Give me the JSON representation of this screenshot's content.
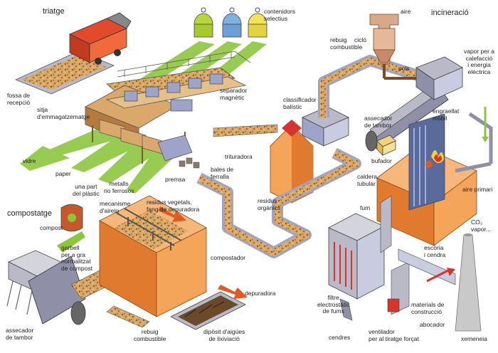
{
  "sections": {
    "sorting": "triatge",
    "incineration": "incineració",
    "composting": "compostatge"
  },
  "labels": {
    "selective_containers": "contenidors\nselectius",
    "reception_pit": "fossa de\nrecepció",
    "storage_silo": "sitja\nd'emmagatzematge",
    "magnetic_separator": "separador\nmagnètic",
    "glass": "vidre",
    "paper": "paper",
    "plastic": "una part\ndel plàstic",
    "non_ferrous": "metalls\nno ferrosos",
    "press": "premsa",
    "scrap_bales": "bales de\nferralla",
    "shredder": "trituradora",
    "ballistic_classifier": "classificador\nbalístic",
    "waste_fuel": "rebuig\ncombustible",
    "organic_waste": "residus\norgànics",
    "air_top": "aire",
    "cyclone": "cicló",
    "dust": "pols",
    "steam": "vapor per a\ncalefacció\ni energia\nelèctrica",
    "drum_dryer_inc": "assecador\nde tambor",
    "burner": "bufador",
    "moving_grate": "engraellat\nmòbil",
    "tubular_boiler": "caldera\ntubular",
    "primary_air": "aire primari",
    "smoke": "fum",
    "co2": "CO₂\nvapor...",
    "slag": "escòria\ni cendra",
    "construction_materials": "materials de\nconstrucció",
    "dump": "abocador",
    "electrostatic_filter": "filtre\nelectrostàtic\nde fums",
    "ashes": "cendres",
    "forced_draft_fan": "ventilador\nper al tiratge forçat",
    "chimney": "xemeneia",
    "compost": "compost",
    "sieve": "garbell\nper a gra\nnormalitzat\nde compost",
    "irrigation": "mecanisme\nd'aireig",
    "vegetal_waste": "residus vegetals,\nfang de depuradora",
    "composter": "compostador",
    "treatment_plant": "depuradora",
    "drum_dryer_comp": "assecador\nde tambor",
    "waste_fuel_bottom": "rebuig\ncombustible",
    "leachate_tank": "dipòsit d'aigües\nde lixiviació"
  },
  "colors": {
    "arrow_green": "#8cc63f",
    "machine_orange": "#f4a55a",
    "machine_orange_dark": "#e07a2e",
    "machine_grey": "#b9b9c8",
    "conveyor_blue": "#9ea3c8",
    "compost_brown": "#c58a4a",
    "fire_red": "#d9342b",
    "chimney_grey": "#c9c9c9"
  },
  "icons": [
    "garbage-truck-icon",
    "container-green-icon",
    "container-blue-icon",
    "container-yellow-icon",
    "compost-sack-icon",
    "flame-icon",
    "chimney-icon"
  ]
}
